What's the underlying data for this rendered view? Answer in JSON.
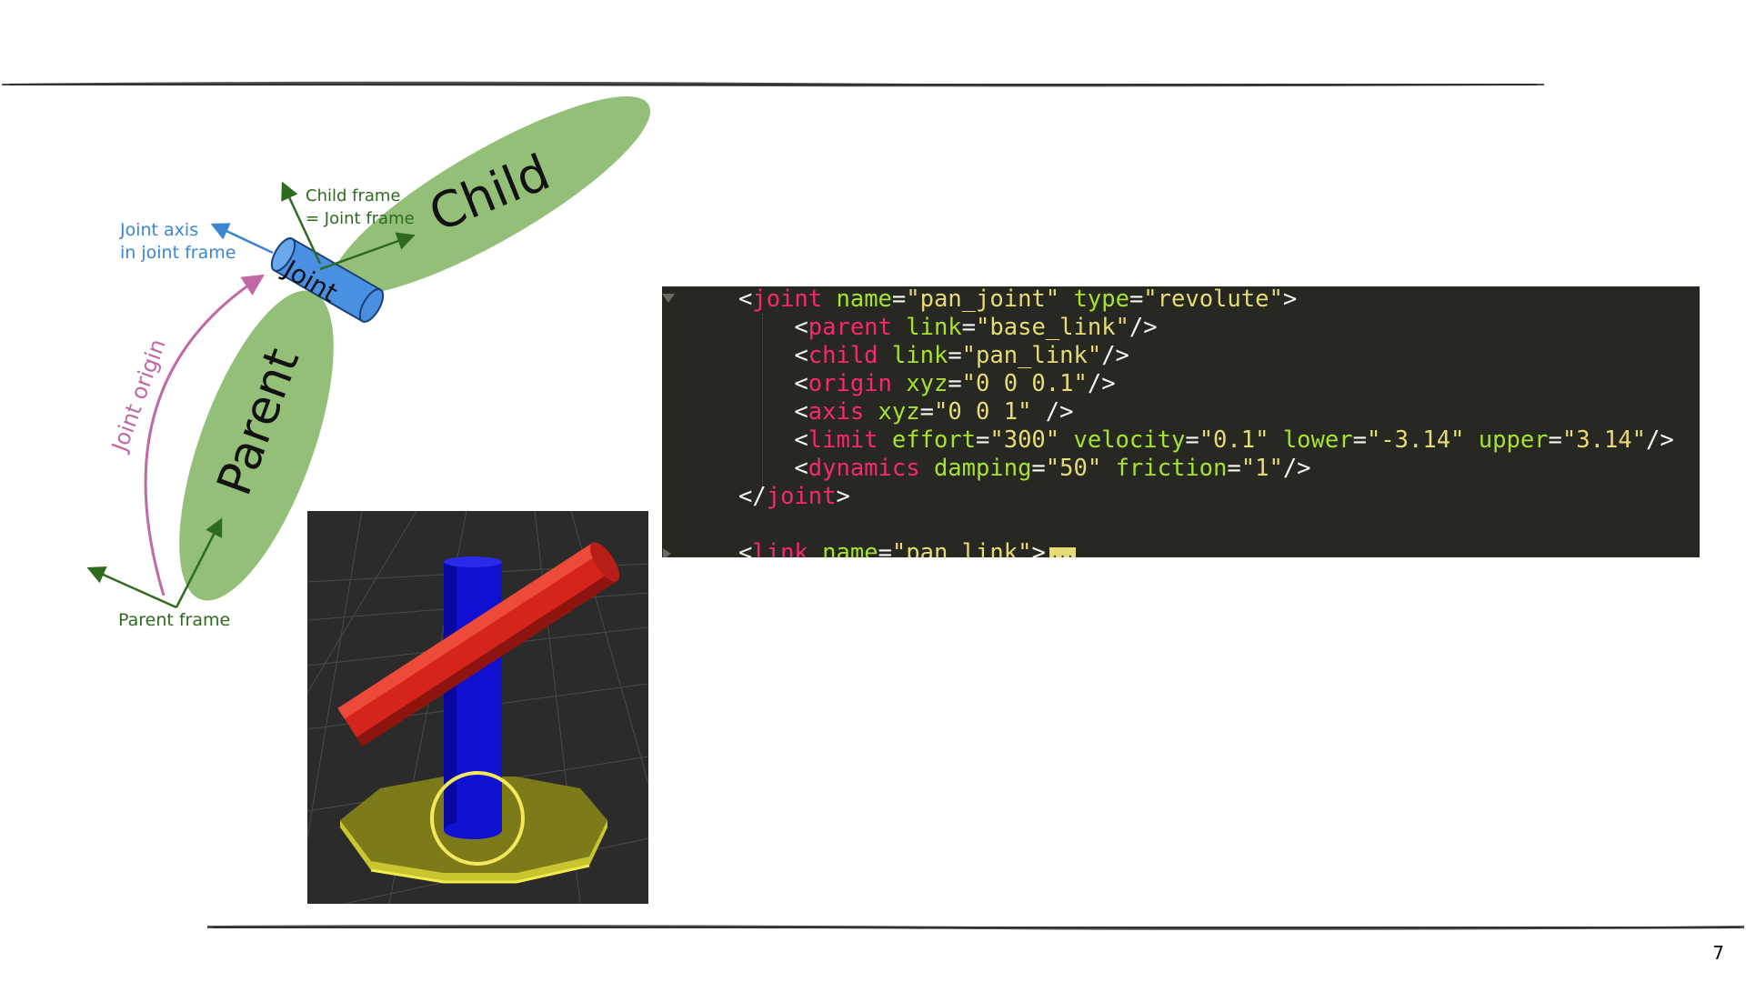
{
  "diagram": {
    "parent_label": "Parent",
    "child_label": "Child",
    "joint_label": "Joint",
    "joint_origin_label": "Joint origin",
    "joint_axis_line1": "Joint axis",
    "joint_axis_line2": "in joint frame",
    "child_frame_line1": "Child frame",
    "child_frame_line2": "= Joint frame",
    "parent_frame_label": "Parent frame",
    "colors": {
      "link_green": "#93bf78",
      "frame_green": "#2e6b1e",
      "joint_blue": "#4a90e2",
      "axis_blue": "#3b86d1",
      "origin_magenta": "#c069a6"
    }
  },
  "code": {
    "lines": [
      [
        [
          "p",
          "<"
        ],
        [
          "t",
          "joint"
        ],
        [
          "p",
          " "
        ],
        [
          "a",
          "name"
        ],
        [
          "p",
          "="
        ],
        [
          "s",
          "\"pan_joint\""
        ],
        [
          "p",
          " "
        ],
        [
          "a",
          "type"
        ],
        [
          "p",
          "="
        ],
        [
          "s",
          "\"revolute\""
        ],
        [
          "p",
          ">"
        ]
      ],
      [
        [
          "p",
          "    <"
        ],
        [
          "t",
          "parent"
        ],
        [
          "p",
          " "
        ],
        [
          "a",
          "link"
        ],
        [
          "p",
          "="
        ],
        [
          "s",
          "\"base_link\""
        ],
        [
          "p",
          "/>"
        ]
      ],
      [
        [
          "p",
          "    <"
        ],
        [
          "t",
          "child"
        ],
        [
          "p",
          " "
        ],
        [
          "a",
          "link"
        ],
        [
          "p",
          "="
        ],
        [
          "s",
          "\"pan_link\""
        ],
        [
          "p",
          "/>"
        ]
      ],
      [
        [
          "p",
          "    <"
        ],
        [
          "t",
          "origin"
        ],
        [
          "p",
          " "
        ],
        [
          "a",
          "xyz"
        ],
        [
          "p",
          "="
        ],
        [
          "s",
          "\"0 0 0.1\""
        ],
        [
          "p",
          "/>"
        ]
      ],
      [
        [
          "p",
          "    <"
        ],
        [
          "t",
          "axis"
        ],
        [
          "p",
          " "
        ],
        [
          "a",
          "xyz"
        ],
        [
          "p",
          "="
        ],
        [
          "s",
          "\"0 0 1\""
        ],
        [
          "p",
          " />"
        ]
      ],
      [
        [
          "p",
          "    <"
        ],
        [
          "t",
          "limit"
        ],
        [
          "p",
          " "
        ],
        [
          "a",
          "effort"
        ],
        [
          "p",
          "="
        ],
        [
          "s",
          "\"300\""
        ],
        [
          "p",
          " "
        ],
        [
          "a",
          "velocity"
        ],
        [
          "p",
          "="
        ],
        [
          "s",
          "\"0.1\""
        ],
        [
          "p",
          " "
        ],
        [
          "a",
          "lower"
        ],
        [
          "p",
          "="
        ],
        [
          "s",
          "\"-3.14\""
        ],
        [
          "p",
          " "
        ],
        [
          "a",
          "upper"
        ],
        [
          "p",
          "="
        ],
        [
          "s",
          "\"3.14\""
        ],
        [
          "p",
          "/>"
        ]
      ],
      [
        [
          "p",
          "    <"
        ],
        [
          "t",
          "dynamics"
        ],
        [
          "p",
          " "
        ],
        [
          "a",
          "damping"
        ],
        [
          "p",
          "="
        ],
        [
          "s",
          "\"50\""
        ],
        [
          "p",
          " "
        ],
        [
          "a",
          "friction"
        ],
        [
          "p",
          "="
        ],
        [
          "s",
          "\"1\""
        ],
        [
          "p",
          "/>"
        ]
      ],
      [
        [
          "p",
          "</"
        ],
        [
          "t",
          "joint"
        ],
        [
          "p",
          ">"
        ]
      ],
      [],
      [
        [
          "p",
          "<"
        ],
        [
          "t",
          "link"
        ],
        [
          "p",
          " "
        ],
        [
          "a",
          "name"
        ],
        [
          "p",
          "="
        ],
        [
          "s",
          "\"pan_link\""
        ],
        [
          "p",
          ">"
        ]
      ]
    ],
    "fold_marker": "..."
  },
  "page_number": "7"
}
